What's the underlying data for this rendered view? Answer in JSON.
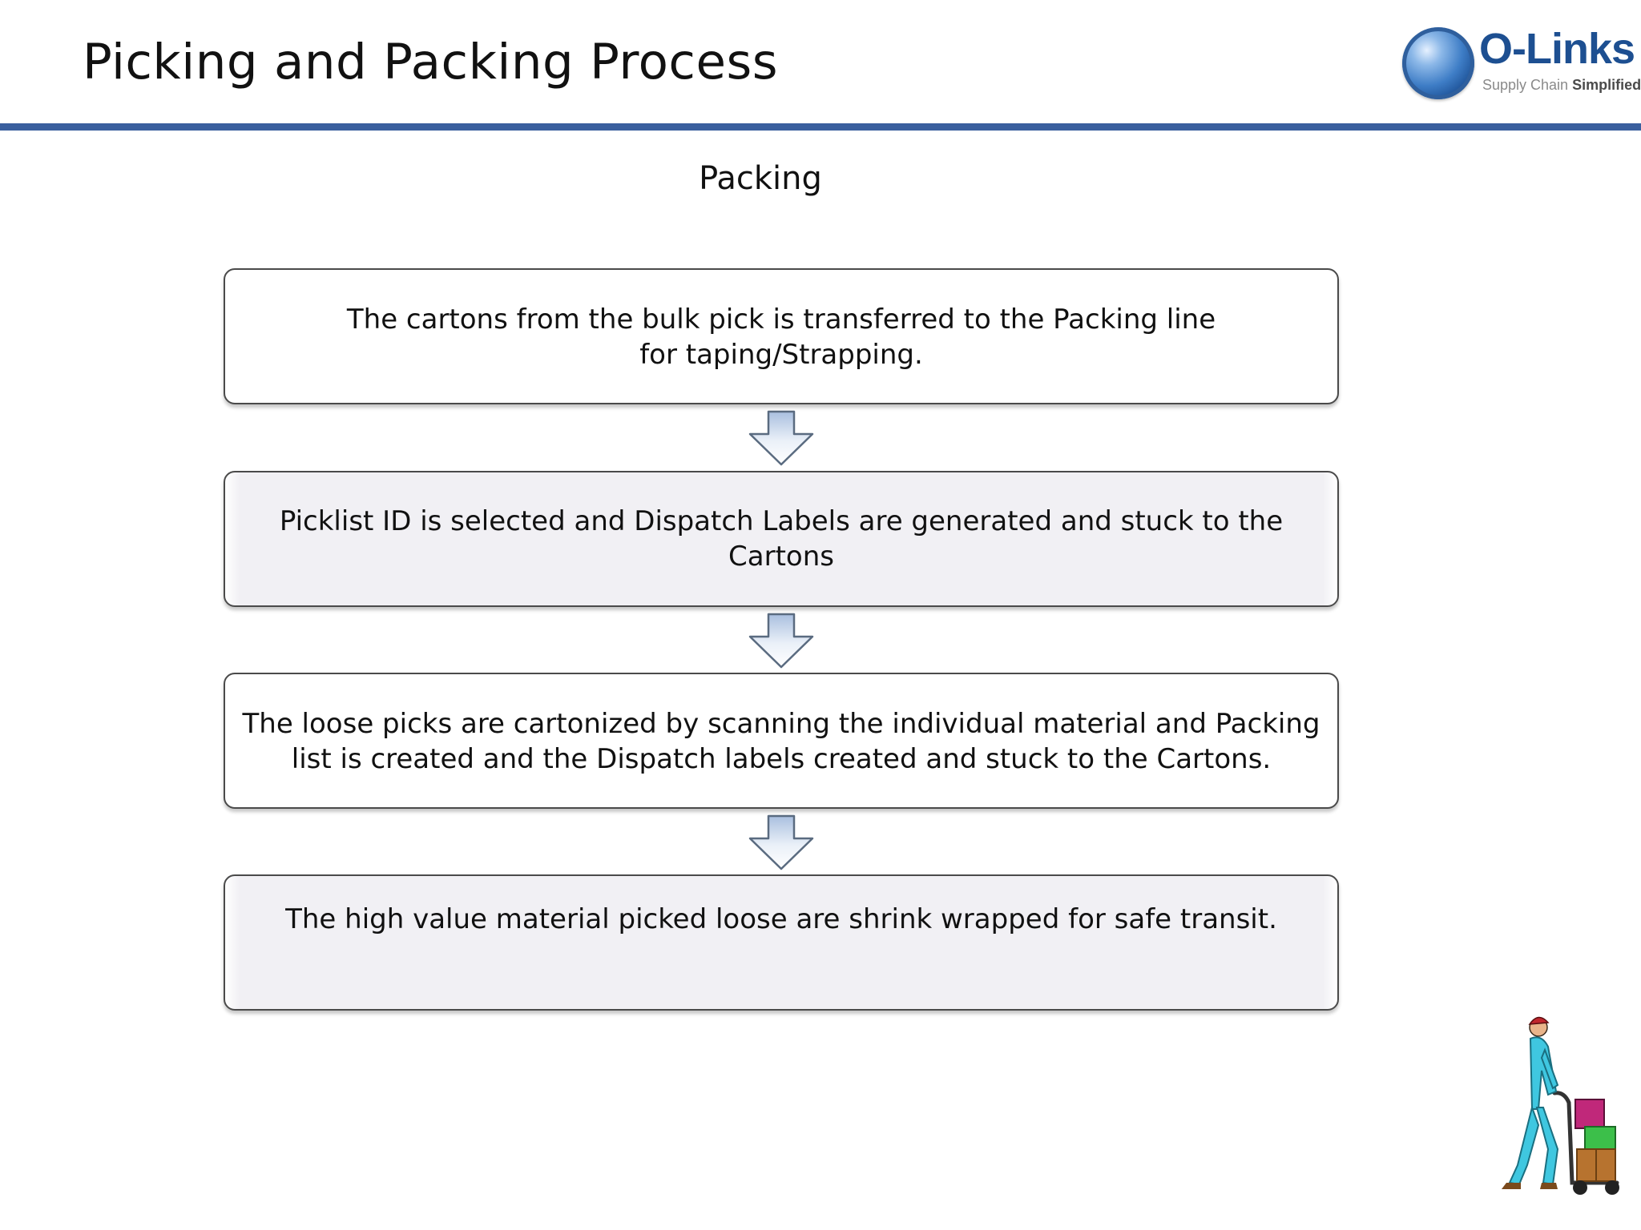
{
  "header": {
    "title": "Picking and Packing Process",
    "logo": {
      "name": "O-Links",
      "tagline_light": "Supply Chain",
      "tagline_bold": "Simplified",
      "accent": "#1d4f91"
    },
    "rule_color": "#3a5f9e"
  },
  "diagram": {
    "heading": "Packing",
    "steps": [
      {
        "text": "The cartons from the bulk pick is transferred to the Packing line for taping/Strapping."
      },
      {
        "text": "Picklist ID is selected and Dispatch Labels are generated and stuck to the Cartons"
      },
      {
        "text": "The loose picks are cartonized by scanning the individual material and Packing list is created and the Dispatch labels created and stuck to the Cartons."
      },
      {
        "text": "The high value material picked loose are shrink wrapped for safe transit."
      }
    ],
    "arrow_icon": "down-arrow-icon"
  },
  "illustration": {
    "icon": "worker-with-trolley-icon"
  }
}
